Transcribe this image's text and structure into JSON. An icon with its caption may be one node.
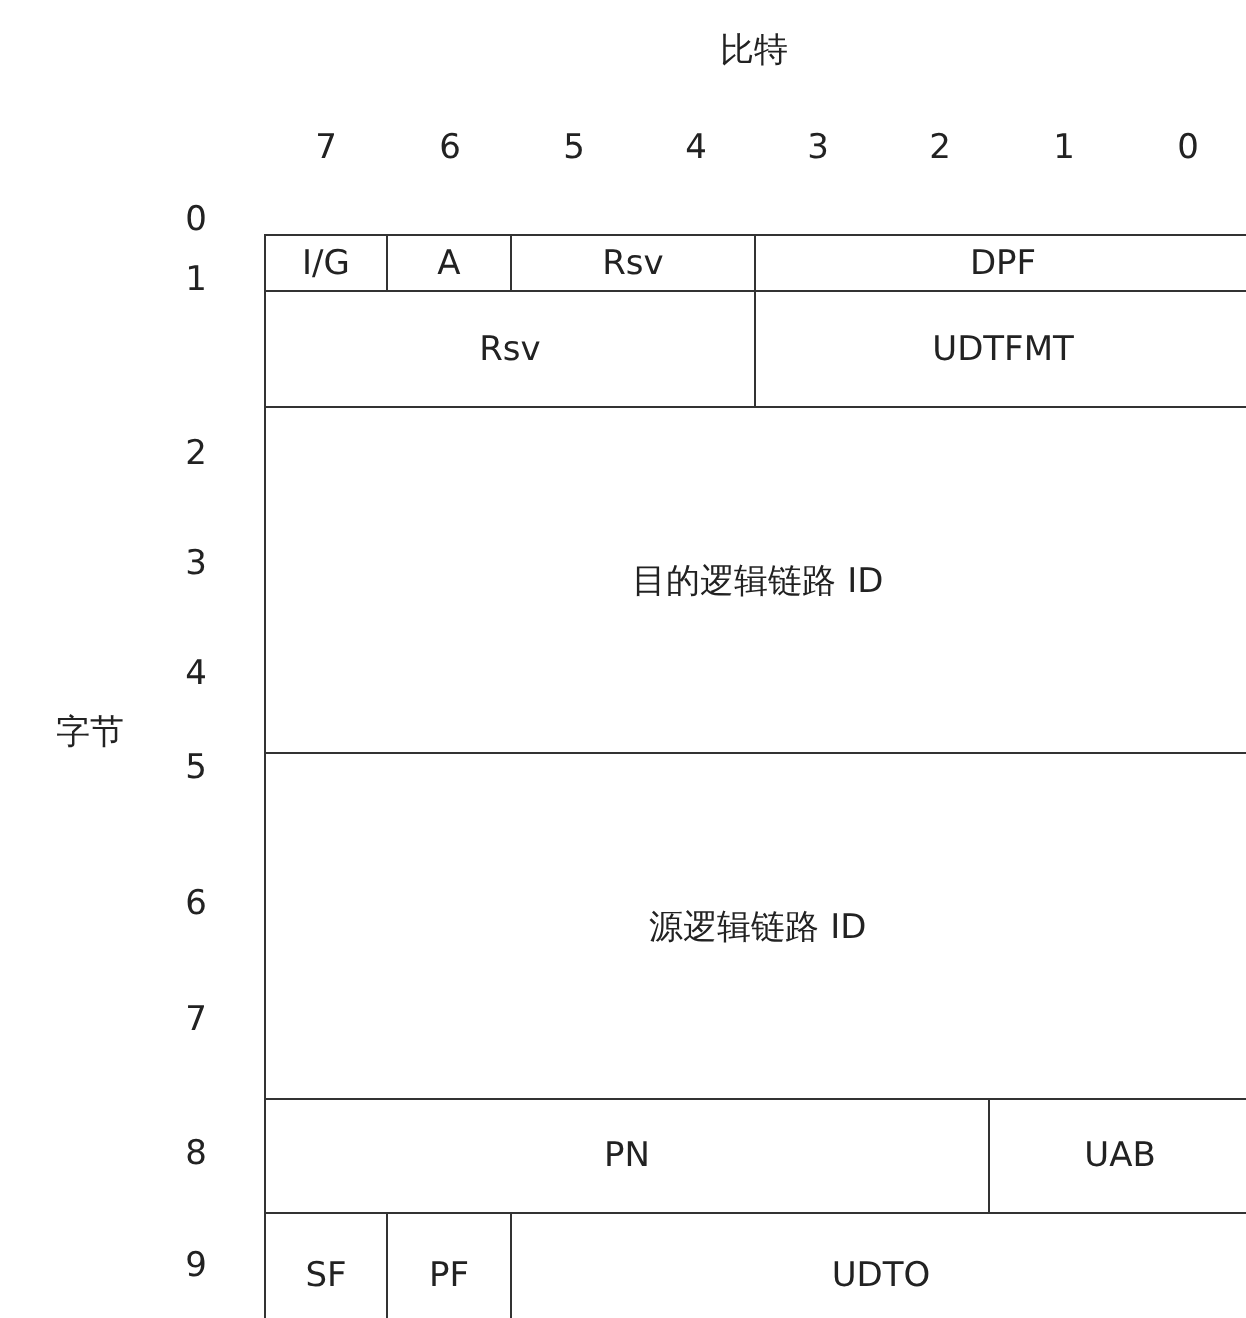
{
  "diagram": {
    "nodes": [
      {
        "text": [
          "I/G"
        ]
      },
      {
        "text": [
          "A"
        ]
      },
      {
        "text": [
          "Rsv"
        ]
      },
      {
        "text": [
          "DPF"
        ]
      },
      {
        "text": [
          "Rsv"
        ]
      },
      {
        "text": [
          "UDTFMT"
        ]
      },
      {
        "text": [
          "目的逻辑链路 ID"
        ]
      },
      {
        "text": [
          "源逻辑链路 ID"
        ]
      },
      {
        "text": [
          "PN"
        ]
      },
      {
        "text": [
          "UAB"
        ]
      },
      {
        "text": [
          "SF"
        ]
      },
      {
        "text": [
          "PF"
        ]
      },
      {
        "text": [
          "UDTO"
        ]
      }
    ],
    "labels": [
      "比特",
      "7",
      "6",
      "5",
      "4",
      "3",
      "2",
      "1",
      "0",
      "0",
      "1",
      "2",
      "3",
      "4",
      "字节",
      "5",
      "6",
      "7",
      "8",
      "9"
    ]
  }
}
